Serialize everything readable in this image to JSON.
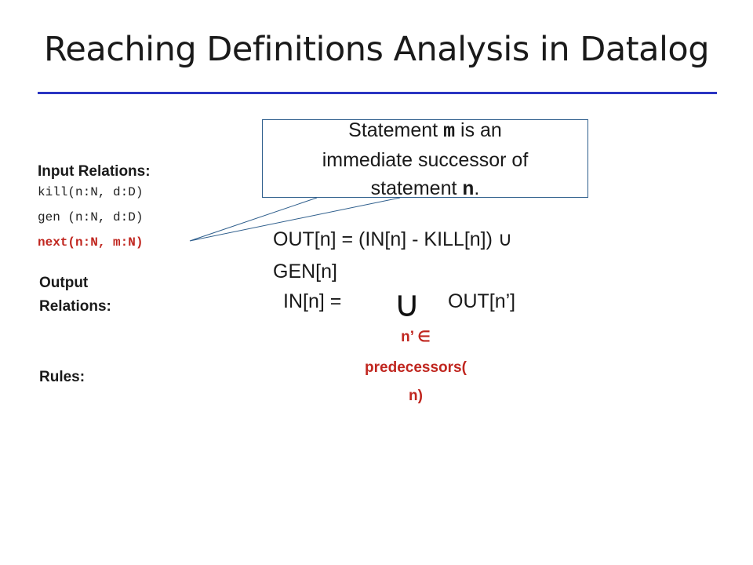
{
  "title": "Reaching Definitions Analysis in Datalog",
  "callout": {
    "line1_prefix": "Statement ",
    "line1_var": "m",
    "line1_suffix": " is an",
    "line2": "immediate successor of",
    "line3_prefix": "statement ",
    "line3_var": "n",
    "line3_suffix": "."
  },
  "input_relations": {
    "heading": "Input Relations:",
    "items": [
      "kill(n:N, d:D)",
      "gen (n:N, d:D)",
      "next(n:N, m:N)"
    ]
  },
  "output_relations": {
    "heading_line1": "Output",
    "heading_line2": "Relations:"
  },
  "rules": {
    "heading": "Rules:"
  },
  "equations": {
    "out_line1": "OUT[n]  =  (IN[n] - KILL[n]) ∪",
    "out_line2": "GEN[n]",
    "in_lhs": "IN[n]  =",
    "union_symbol": "∪",
    "in_rhs": "OUT[n’]",
    "sub_line1": "n’ ∈",
    "sub_line2": "predecessors(",
    "sub_line3": "n)"
  },
  "colors": {
    "title_rule": "#2b35c2",
    "callout_border": "#2e5e8c",
    "emphasis_red": "#c0261f"
  }
}
